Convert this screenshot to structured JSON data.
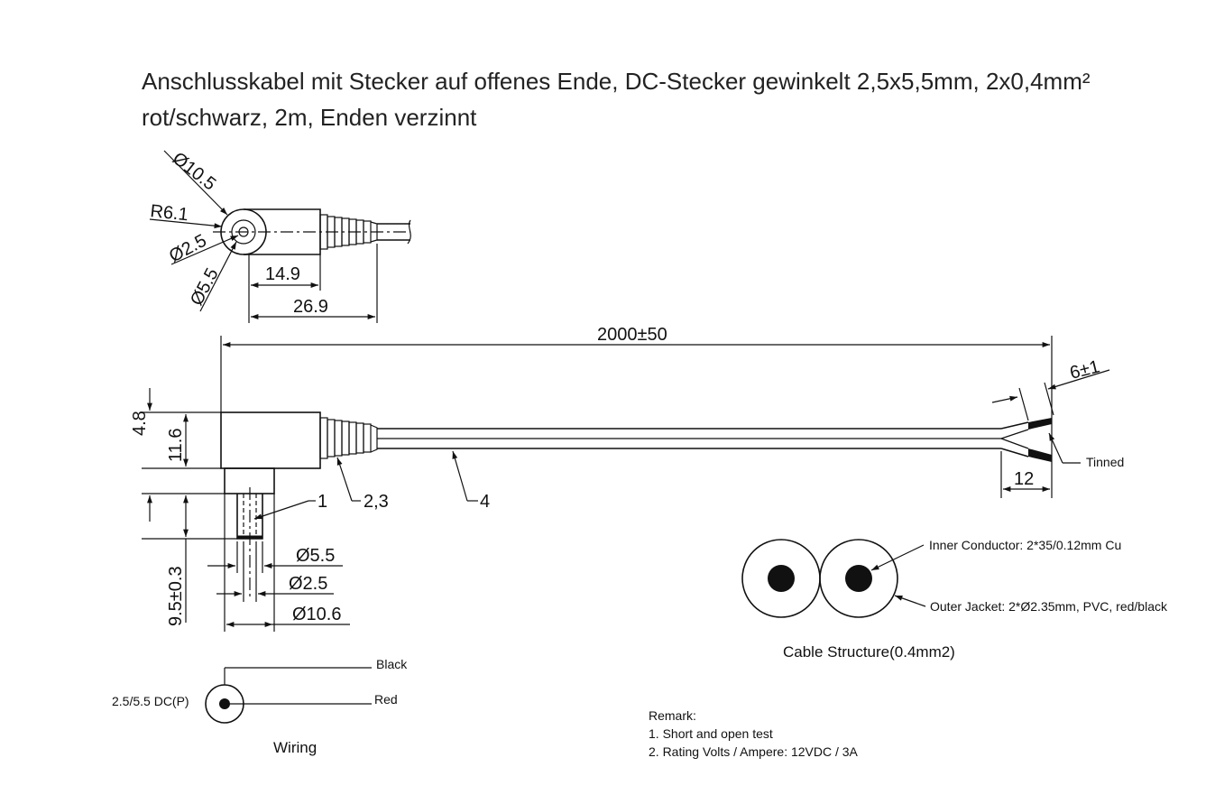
{
  "title": {
    "line1": "Anschlusskabel mit Stecker auf offenes Ende, DC-Stecker gewinkelt 2,5x5,5mm, 2x0,4mm²",
    "line2": "rot/schwarz, 2m, Enden verzinnt"
  },
  "top_view": {
    "d_outer": "Ø10.5",
    "radius": "R6.1",
    "d_inner": "Ø2.5",
    "d_mid": "Ø5.5",
    "len_short": "14.9",
    "len_long": "26.9"
  },
  "side_view": {
    "total_length": "2000±50",
    "strip_length": "6±1",
    "split_length": "12",
    "tinned": "Tinned",
    "h_top": "4.8",
    "h_body": "11.6",
    "pin_length": "9.5±0.3",
    "pin_d_outer": "Ø5.5",
    "pin_d_inner": "Ø2.5",
    "pin_d_body": "Ø10.6",
    "callout_1": "1",
    "callout_23": "2,3",
    "callout_4": "4"
  },
  "cable_structure": {
    "inner": "Inner Conductor: 2*35/0.12mm Cu",
    "outer": "Outer Jacket: 2*Ø2.35mm, PVC, red/black",
    "caption": "Cable Structure(0.4mm2)"
  },
  "wiring": {
    "connector": "2.5/5.5 DC(P)",
    "black": "Black",
    "red": "Red",
    "caption": "Wiring"
  },
  "remark": {
    "heading": "Remark:",
    "item1": "1. Short and open test",
    "item2": "2. Rating Volts / Ampere: 12VDC / 3A"
  }
}
